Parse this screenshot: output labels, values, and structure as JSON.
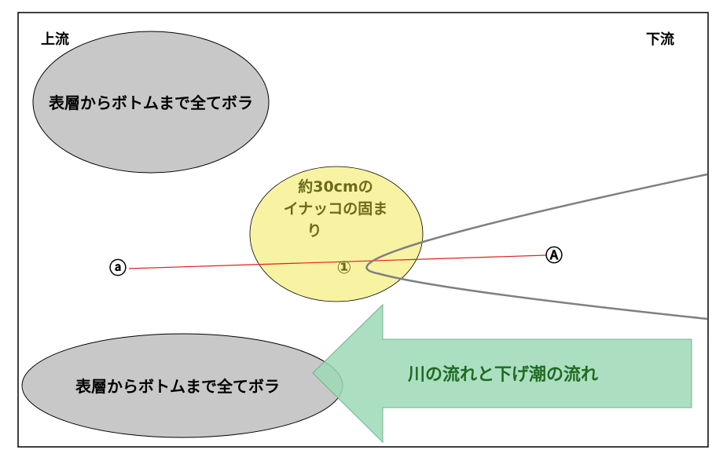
{
  "labels": {
    "upstream": "上流",
    "downstream": "下流",
    "marker_left": "ⓐ",
    "marker_right": "Ⓐ",
    "marker_center": "①"
  },
  "regions": {
    "top_left_boil": "表層からボトムまで全てボラ",
    "bottom_left_boil": "表層からボトムまで全てボラ",
    "center_school": {
      "line1": "約30cmの",
      "line2": "イナッコの固ま",
      "line3": "り"
    }
  },
  "arrow_label": "川の流れと下げ潮の流れ",
  "colors": {
    "ellipse_fill": "#c8c8c8",
    "center_fill": "#f7f3a2",
    "arrow_fill": "#9ed9b7",
    "line_red": "#e02020",
    "curve_gray": "#808080",
    "school_text": "#6b6b1a",
    "arrow_text": "#1f6b22"
  }
}
